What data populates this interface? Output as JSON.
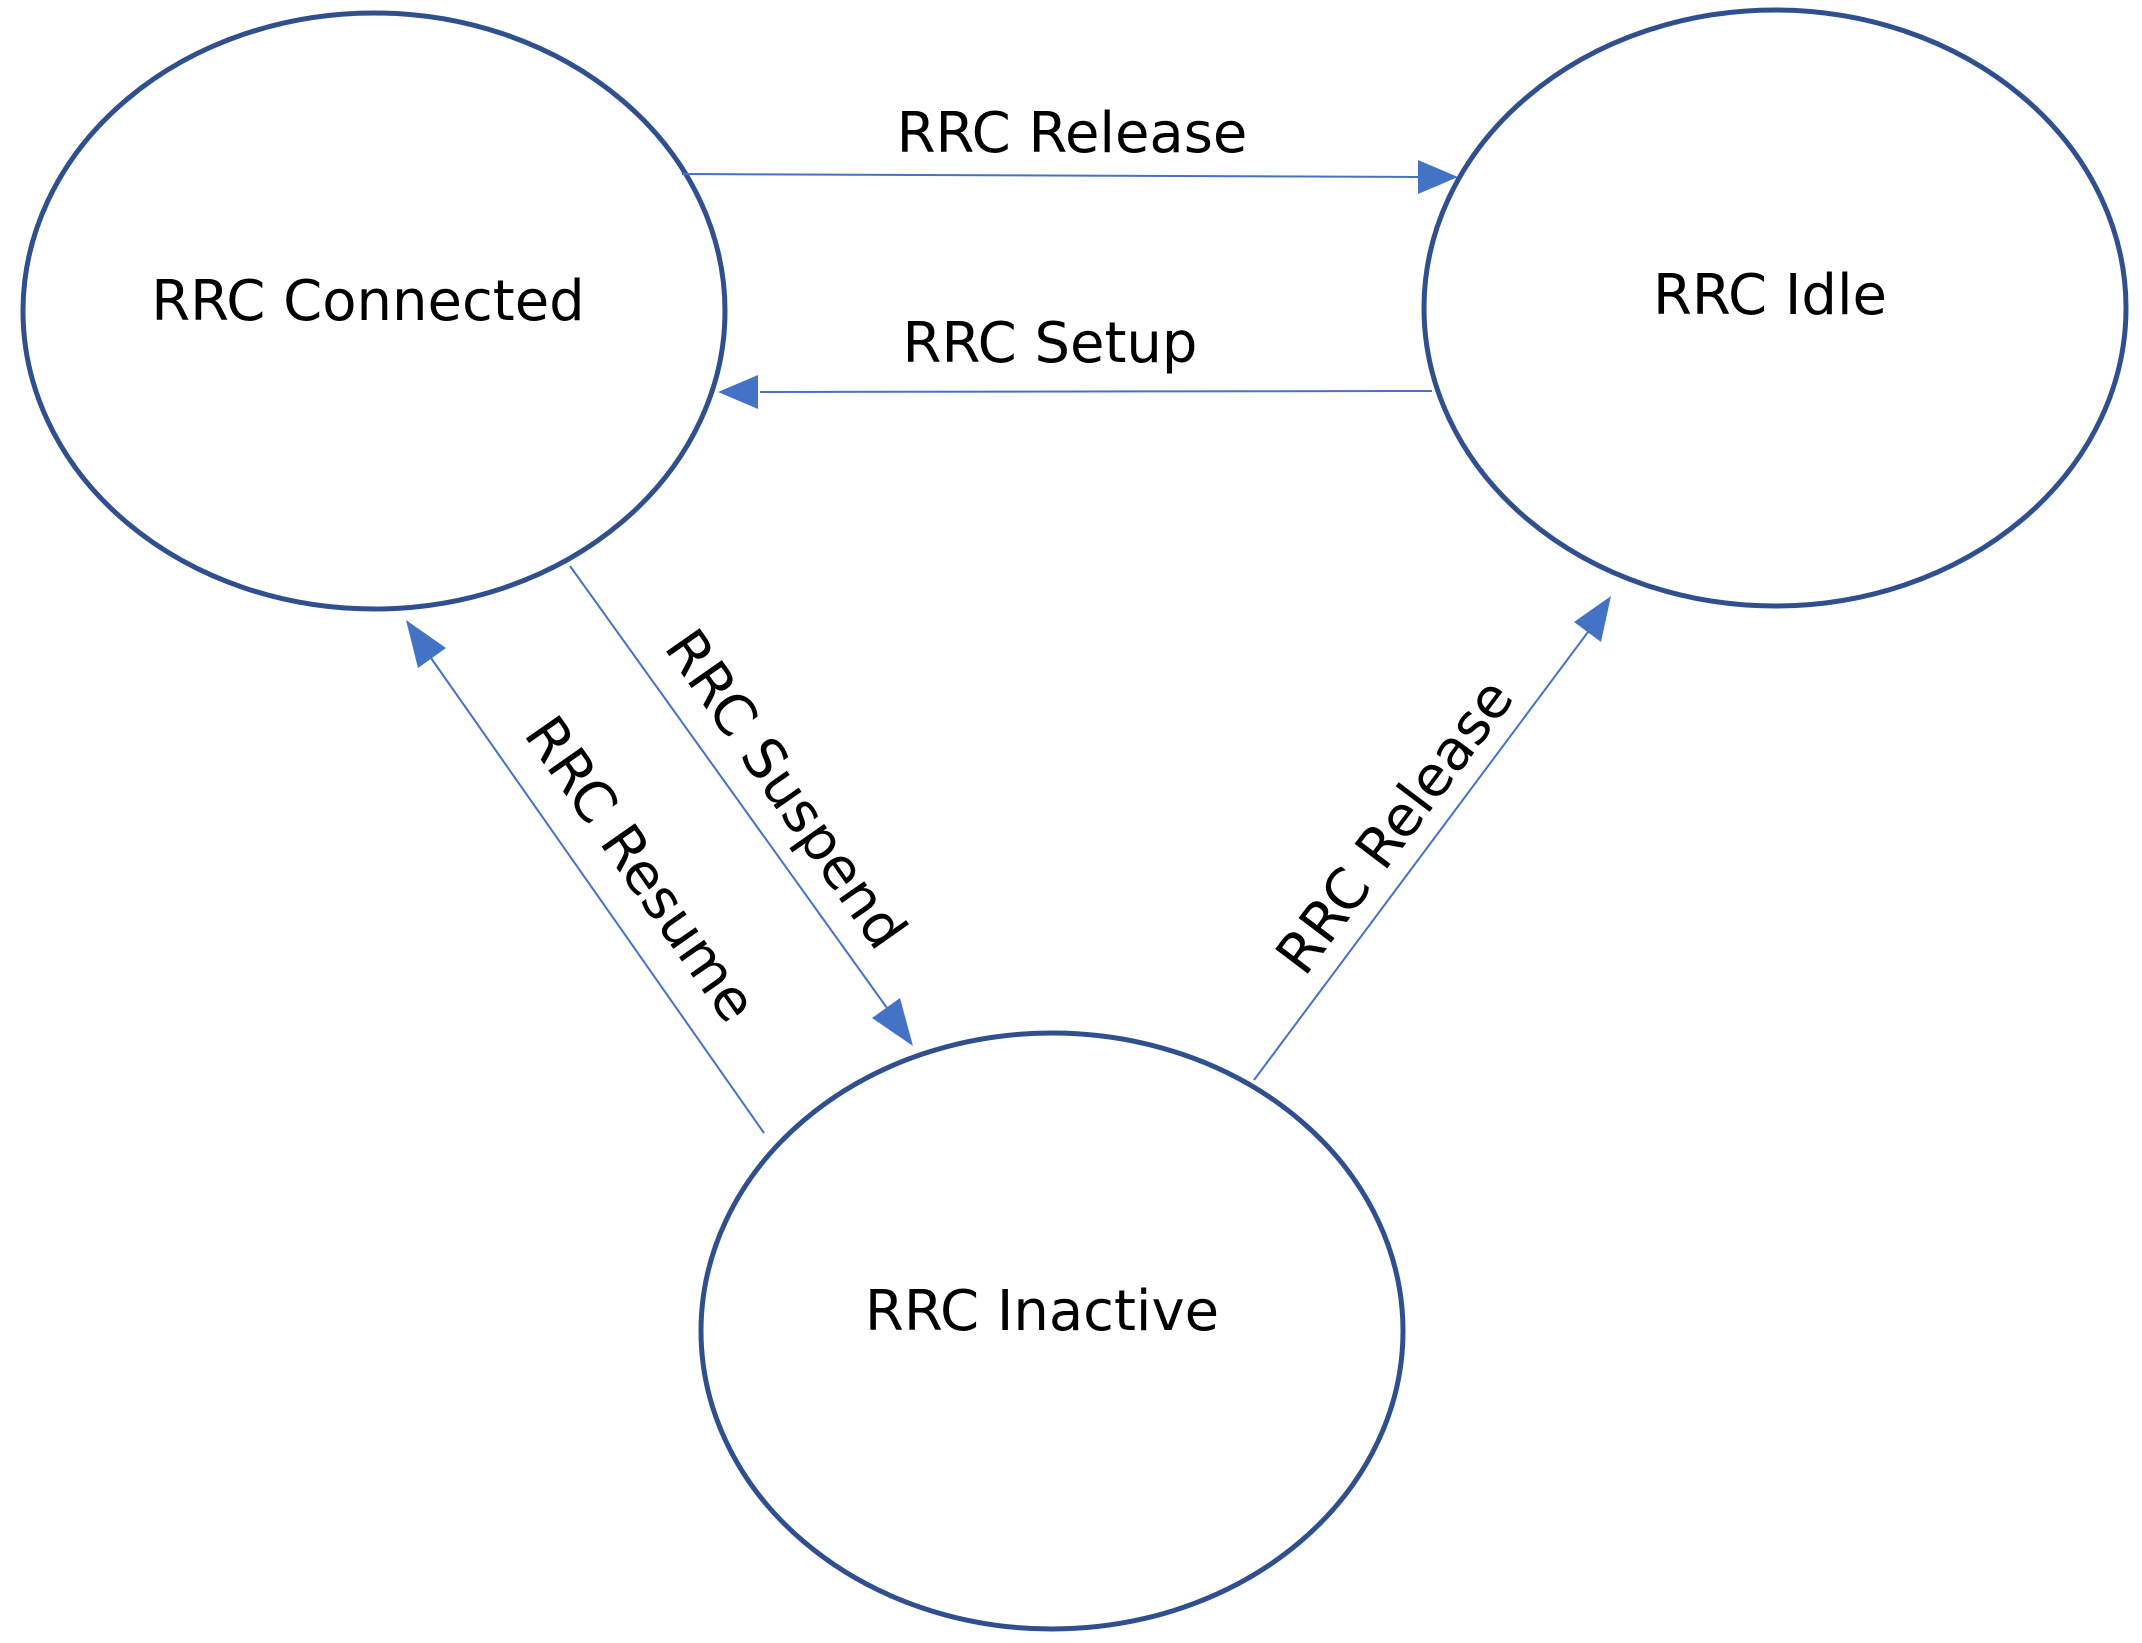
{
  "states": {
    "connected": {
      "label": "RRC Connected"
    },
    "idle": {
      "label": "RRC Idle"
    },
    "inactive": {
      "label": "RRC Inactive"
    }
  },
  "transitions": {
    "release_top": {
      "label": "RRC Release",
      "from": "RRC Connected",
      "to": "RRC Idle"
    },
    "setup": {
      "label": "RRC Setup",
      "from": "RRC Idle",
      "to": "RRC Connected"
    },
    "suspend": {
      "label": "RRC Suspend",
      "from": "RRC Connected",
      "to": "RRC Inactive"
    },
    "resume": {
      "label": "RRC Resume",
      "from": "RRC Inactive",
      "to": "RRC Connected"
    },
    "release_diag": {
      "label": "RRC Release",
      "from": "RRC Inactive",
      "to": "RRC Idle"
    }
  },
  "colors": {
    "state_border": "#2f4f8f",
    "transition": "#4472c4",
    "text": "#000000",
    "background": "#ffffff"
  }
}
